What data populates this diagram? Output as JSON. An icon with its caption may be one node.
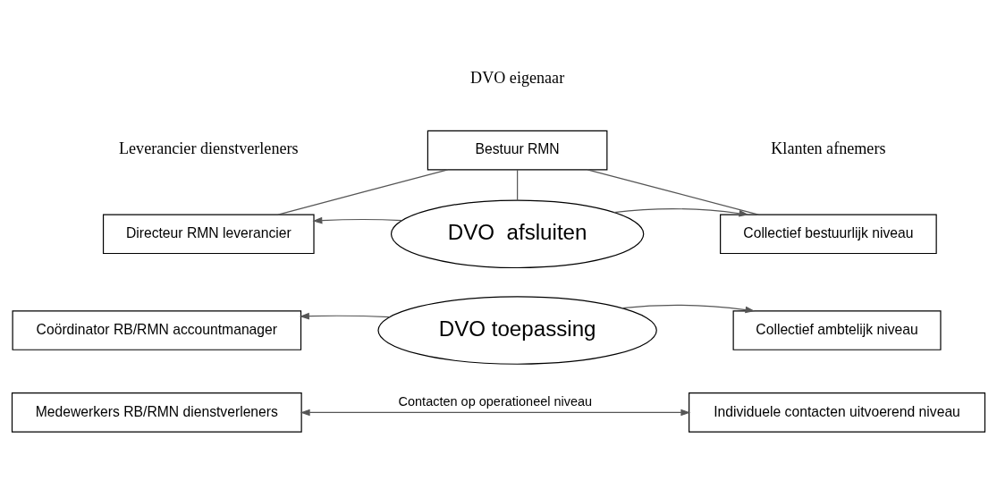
{
  "diagram": {
    "nodes": [
      {
        "text": [
          "Bestuur RMN"
        ]
      },
      {
        "text": [
          "Directeur RMN leverancier"
        ]
      },
      {
        "text": [
          "DVO  afsluiten"
        ]
      },
      {
        "text": [
          "Collectief bestuurlijk niveau"
        ]
      },
      {
        "text": [
          "Coördinator RB/RMN accountmanager"
        ]
      },
      {
        "text": [
          "DVO toepassing"
        ]
      },
      {
        "text": [
          "Collectief ambtelijk niveau"
        ]
      },
      {
        "text": [
          "Medewerkers RB/RMN dienstverleners"
        ]
      },
      {
        "text": [
          "Individuele contacten uitvoerend niveau"
        ]
      }
    ],
    "edges": [
      {
        "from": 0,
        "to": 1,
        "arrow": "none"
      },
      {
        "from": 0,
        "to": 2,
        "arrow": "none"
      },
      {
        "from": 0,
        "to": 3,
        "arrow": "none"
      },
      {
        "from": 2,
        "to": 1,
        "arrow": "to"
      },
      {
        "from": 2,
        "to": 3,
        "arrow": "to"
      },
      {
        "from": 5,
        "to": 4,
        "arrow": "to"
      },
      {
        "from": 5,
        "to": 6,
        "arrow": "to"
      },
      {
        "from": 7,
        "to": 8,
        "arrow": "both",
        "label": "Contacten op operationeel niveau"
      }
    ],
    "labels": [
      "DVO eigenaar",
      "Leverancier dienstverleners",
      "Klanten afnemers"
    ]
  }
}
